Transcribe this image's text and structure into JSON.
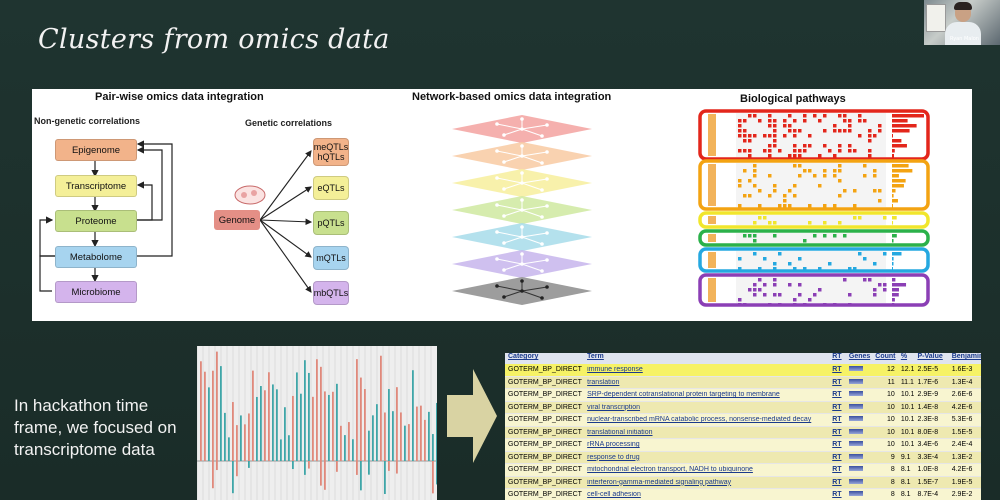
{
  "slide": {
    "title": "Clusters from omics data",
    "bottom_text": "In hackathon time frame, we  focused on transcriptome data"
  },
  "webcam": {
    "caption": "Ryan Malon"
  },
  "sections": {
    "pairwise": "Pair-wise omics data integration",
    "network": "Network-based omics data integration",
    "pathways": "Biological pathways"
  },
  "nongenetic": {
    "label": "Non-genetic correlations",
    "boxes": [
      "Epigenome",
      "Transcriptome",
      "Proteome",
      "Metabolome",
      "Microbiome"
    ],
    "colors": [
      "#f2b38a",
      "#f4ef98",
      "#c8e08e",
      "#a7d4ef",
      "#d4b4ec"
    ]
  },
  "genetic": {
    "label": "Genetic correlations",
    "genome": "Genome",
    "genome_color": "#e48f86",
    "qtls": [
      "meQTLs hQTLs",
      "eQTLs",
      "pQTLs",
      "mQTLs",
      "mbQTLs"
    ]
  },
  "network_layer_colors": [
    "#f3a2a0",
    "#f8caa2",
    "#f7ef9c",
    "#cfe9a0",
    "#a7dcea",
    "#c7b5ec",
    "#9d9d9d"
  ],
  "pathway_cluster_colors": [
    "#e3261b",
    "#f3a312",
    "#f1e62c",
    "#2bb14a",
    "#25a8e0",
    "#8b3fb5"
  ],
  "accent_colors": {
    "background": "#1d302c",
    "arrow": "#d9d3a3"
  },
  "table": {
    "headers": [
      "Category",
      "Term",
      "RT",
      "Genes",
      "Count",
      "%",
      "P-Value",
      "Benjamini"
    ],
    "rows": [
      [
        "GOTERM_BP_DIRECT",
        "immune response",
        "RT",
        "",
        "12",
        "12.1",
        "2.5E-5",
        "1.6E-3"
      ],
      [
        "GOTERM_BP_DIRECT",
        "translation",
        "RT",
        "",
        "11",
        "11.1",
        "1.7E-6",
        "1.3E-4"
      ],
      [
        "GOTERM_BP_DIRECT",
        "SRP-dependent cotranslational protein targeting to membrane",
        "RT",
        "",
        "10",
        "10.1",
        "2.9E-9",
        "2.6E-6"
      ],
      [
        "GOTERM_BP_DIRECT",
        "viral transcription",
        "RT",
        "",
        "10",
        "10.1",
        "1.4E-8",
        "4.2E-6"
      ],
      [
        "GOTERM_BP_DIRECT",
        "nuclear-transcribed mRNA catabolic process, nonsense-mediated decay",
        "RT",
        "",
        "10",
        "10.1",
        "2.3E-8",
        "5.3E-6"
      ],
      [
        "GOTERM_BP_DIRECT",
        "translational initiation",
        "RT",
        "",
        "10",
        "10.1",
        "8.0E-8",
        "1.5E-5"
      ],
      [
        "GOTERM_BP_DIRECT",
        "rRNA processing",
        "RT",
        "",
        "10",
        "10.1",
        "3.4E-6",
        "2.4E-4"
      ],
      [
        "GOTERM_BP_DIRECT",
        "response to drug",
        "RT",
        "",
        "9",
        "9.1",
        "3.3E-4",
        "1.3E-2"
      ],
      [
        "GOTERM_BP_DIRECT",
        "mitochondrial electron transport, NADH to ubiquinone",
        "RT",
        "",
        "8",
        "8.1",
        "1.0E-8",
        "4.2E-6"
      ],
      [
        "GOTERM_BP_DIRECT",
        "interferon-gamma-mediated signaling pathway",
        "RT",
        "",
        "8",
        "8.1",
        "1.5E-7",
        "1.9E-5"
      ],
      [
        "GOTERM_BP_DIRECT",
        "cell-cell adhesion",
        "RT",
        "",
        "8",
        "8.1",
        "8.7E-4",
        "2.9E-2"
      ]
    ]
  }
}
